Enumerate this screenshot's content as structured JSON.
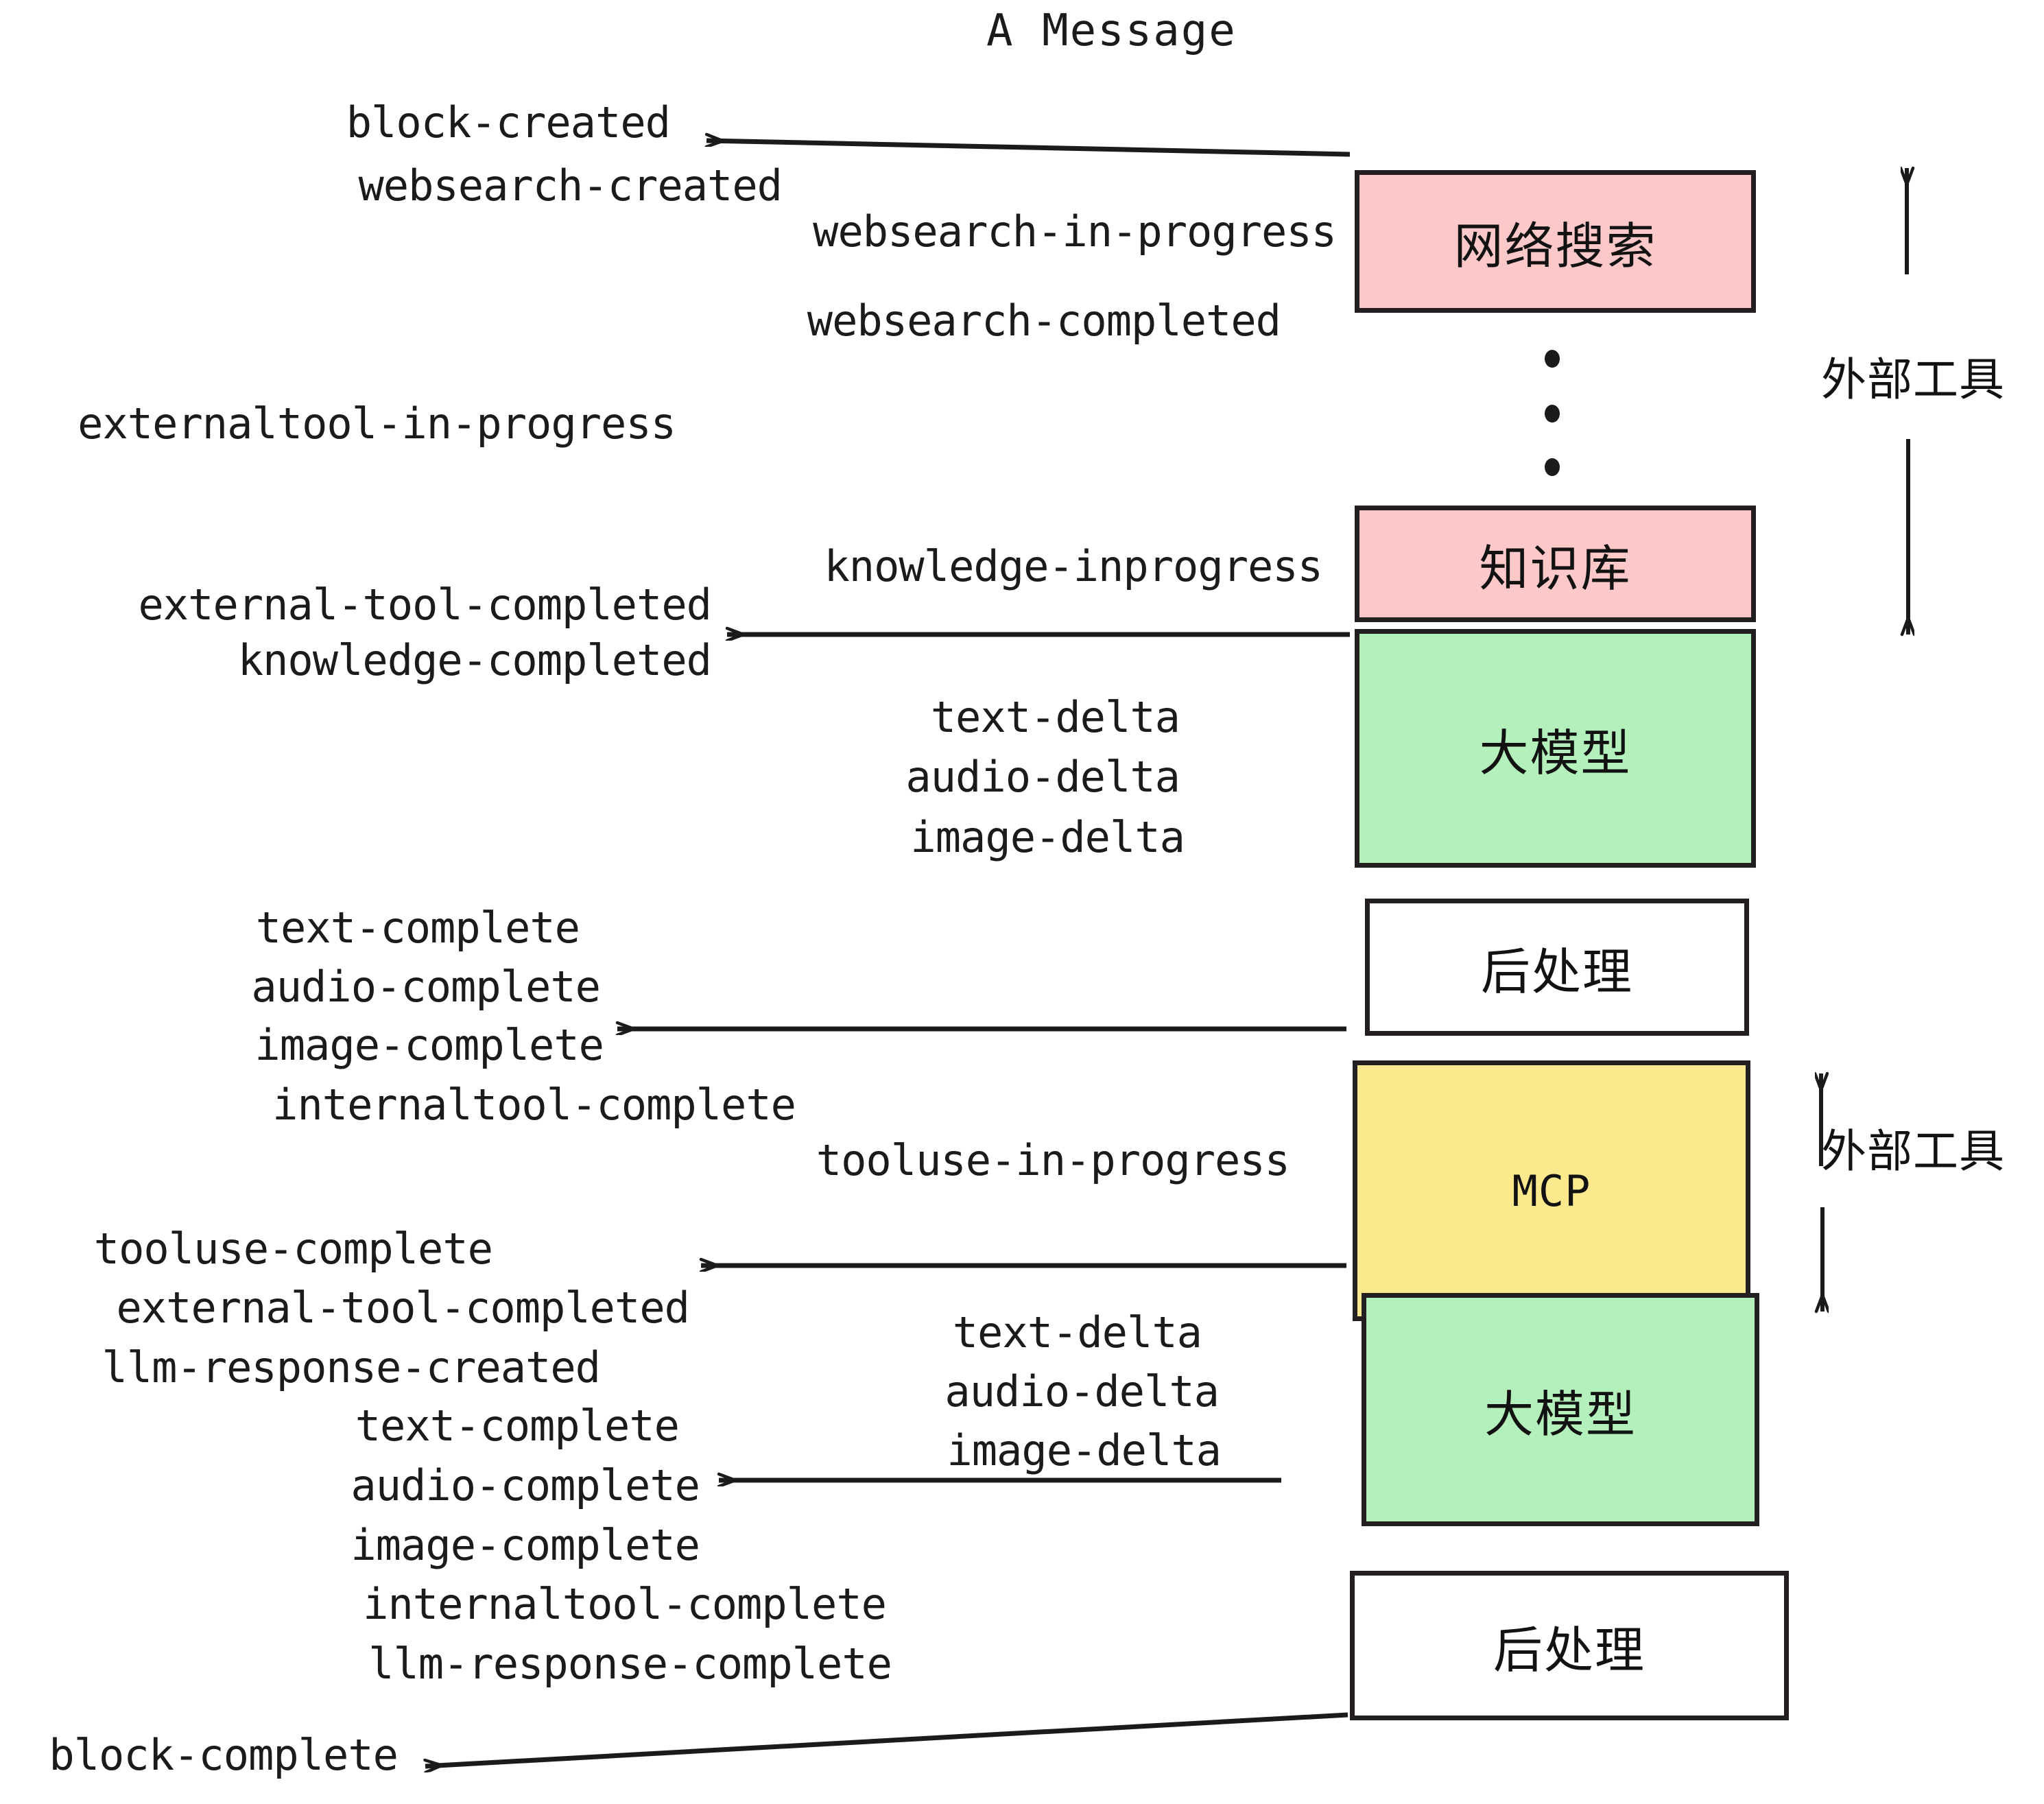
{
  "title": "A Message",
  "colors": {
    "pink": "#FCC8C8",
    "green": "#B3F0BB",
    "yellow": "#FCE98E",
    "white": "#FFFFFF",
    "stroke": "#231F20",
    "text": "#1B1B1B"
  },
  "boxes": [
    {
      "id": "websearch",
      "label": "网络搜索",
      "fill": "#FCC8C8"
    },
    {
      "id": "knowledge",
      "label": "知识库",
      "fill": "#FCC8C8"
    },
    {
      "id": "llm-top",
      "label": "大模型",
      "fill": "#B3F0BB"
    },
    {
      "id": "postprocess-top",
      "label": "后处理",
      "fill": "#FFFFFF"
    },
    {
      "id": "mcp",
      "label": "MCP",
      "fill": "#FCE98E"
    },
    {
      "id": "llm-bottom",
      "label": "大模型",
      "fill": "#B3F0BB"
    },
    {
      "id": "postprocess-bottom",
      "label": "后处理",
      "fill": "#FFFFFF"
    }
  ],
  "side_labels": [
    {
      "id": "external-tool-upper",
      "text": "外部工具"
    },
    {
      "id": "external-tool-lower",
      "text": "外部工具"
    }
  ],
  "events": [
    {
      "id": "block-created",
      "text": "block-created"
    },
    {
      "id": "websearch-created",
      "text": "websearch-created"
    },
    {
      "id": "websearch-in-progress",
      "text": "websearch-in-progress"
    },
    {
      "id": "websearch-completed",
      "text": "websearch-completed"
    },
    {
      "id": "externaltool-in-progress",
      "text": "externaltool-in-progress"
    },
    {
      "id": "knowledge-inprogress",
      "text": "knowledge-inprogress"
    },
    {
      "id": "external-tool-completed-1",
      "text": "external-tool-completed"
    },
    {
      "id": "knowledge-completed",
      "text": "knowledge-completed"
    },
    {
      "id": "text-delta-1",
      "text": "text-delta"
    },
    {
      "id": "audio-delta-1",
      "text": "audio-delta"
    },
    {
      "id": "image-delta-1",
      "text": "image-delta"
    },
    {
      "id": "text-complete-1",
      "text": "text-complete"
    },
    {
      "id": "audio-complete-1",
      "text": "audio-complete"
    },
    {
      "id": "image-complete-1",
      "text": "image-complete"
    },
    {
      "id": "internaltool-complete-1",
      "text": "internaltool-complete"
    },
    {
      "id": "tooluse-in-progress",
      "text": "tooluse-in-progress"
    },
    {
      "id": "tooluse-complete",
      "text": "tooluse-complete"
    },
    {
      "id": "external-tool-completed-2",
      "text": "external-tool-completed"
    },
    {
      "id": "llm-response-created",
      "text": "llm-response-created"
    },
    {
      "id": "text-delta-2",
      "text": "text-delta"
    },
    {
      "id": "audio-delta-2",
      "text": "audio-delta"
    },
    {
      "id": "image-delta-2",
      "text": "image-delta"
    },
    {
      "id": "text-complete-2",
      "text": "text-complete"
    },
    {
      "id": "audio-complete-2",
      "text": "audio-complete"
    },
    {
      "id": "image-complete-2",
      "text": "image-complete"
    },
    {
      "id": "internaltool-complete-2",
      "text": "internaltool-complete"
    },
    {
      "id": "llm-response-complete",
      "text": "llm-response-complete"
    },
    {
      "id": "block-complete",
      "text": "block-complete"
    }
  ]
}
